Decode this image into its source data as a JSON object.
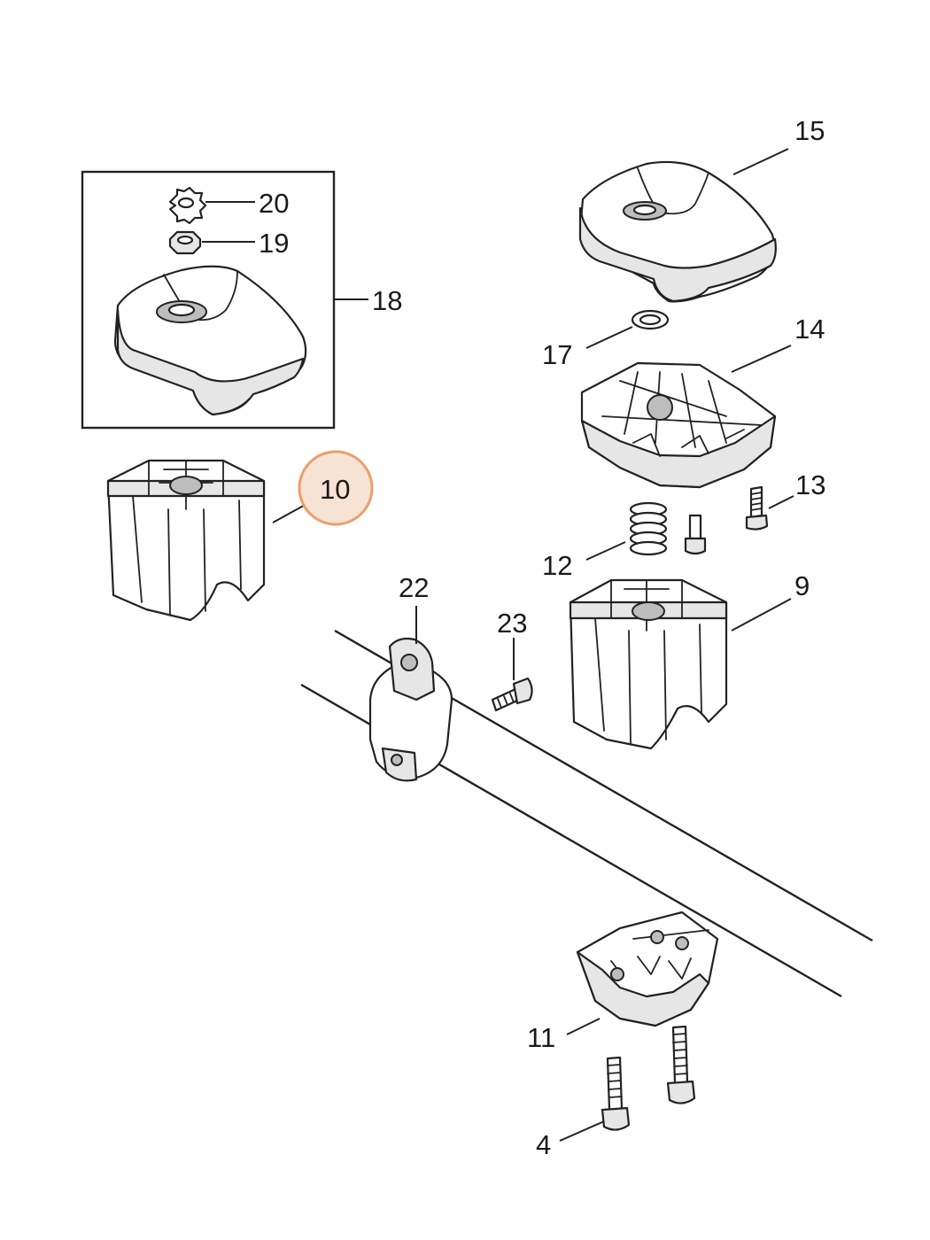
{
  "diagram": {
    "labels": {
      "p4": "4",
      "p9": "9",
      "p10": "10",
      "p11": "11",
      "p12": "12",
      "p13": "13",
      "p14": "14",
      "p15": "15",
      "p17": "17",
      "p18": "18",
      "p19": "19",
      "p20": "20",
      "p22": "22",
      "p23": "23"
    },
    "highlight": {
      "part": "10",
      "fill_color": "#f6e3d3",
      "ring_color": "#e8a06c"
    }
  }
}
